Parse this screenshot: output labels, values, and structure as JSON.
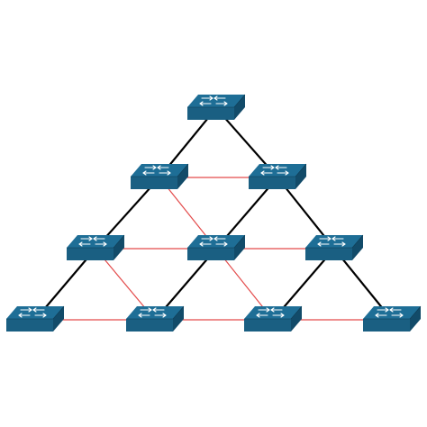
{
  "colors": {
    "background": "#ffffff",
    "uplink": "#000000",
    "redundant_link": "#e34a4a",
    "switch_top": "#1e6e96",
    "switch_front": "#1a5f82",
    "switch_side": "#124b69"
  },
  "switch_icon": "network-switch-icon",
  "nodes": [
    {
      "id": "r1c1"
    },
    {
      "id": "r2c1"
    },
    {
      "id": "r2c2"
    },
    {
      "id": "r3c1"
    },
    {
      "id": "r3c2"
    },
    {
      "id": "r3c3"
    },
    {
      "id": "r4c1"
    },
    {
      "id": "r4c2"
    },
    {
      "id": "r4c3"
    },
    {
      "id": "r4c4"
    }
  ],
  "links": [
    {
      "from": "r1c1",
      "to": "r2c1",
      "type": "uplink"
    },
    {
      "from": "r1c1",
      "to": "r2c2",
      "type": "uplink"
    },
    {
      "from": "r2c1",
      "to": "r2c2",
      "type": "redundant"
    },
    {
      "from": "r2c1",
      "to": "r3c1",
      "type": "uplink"
    },
    {
      "from": "r2c1",
      "to": "r3c2",
      "type": "redundant"
    },
    {
      "from": "r2c2",
      "to": "r3c2",
      "type": "uplink"
    },
    {
      "from": "r2c2",
      "to": "r3c3",
      "type": "uplink"
    },
    {
      "from": "r3c1",
      "to": "r3c2",
      "type": "redundant"
    },
    {
      "from": "r3c2",
      "to": "r3c3",
      "type": "redundant"
    },
    {
      "from": "r3c1",
      "to": "r4c1",
      "type": "uplink"
    },
    {
      "from": "r3c1",
      "to": "r4c2",
      "type": "redundant"
    },
    {
      "from": "r3c2",
      "to": "r4c2",
      "type": "uplink"
    },
    {
      "from": "r3c2",
      "to": "r4c3",
      "type": "redundant"
    },
    {
      "from": "r3c3",
      "to": "r4c3",
      "type": "uplink"
    },
    {
      "from": "r3c3",
      "to": "r4c4",
      "type": "uplink"
    },
    {
      "from": "r4c1",
      "to": "r4c2",
      "type": "redundant"
    },
    {
      "from": "r4c2",
      "to": "r4c3",
      "type": "redundant"
    },
    {
      "from": "r4c3",
      "to": "r4c4",
      "type": "redundant"
    }
  ]
}
